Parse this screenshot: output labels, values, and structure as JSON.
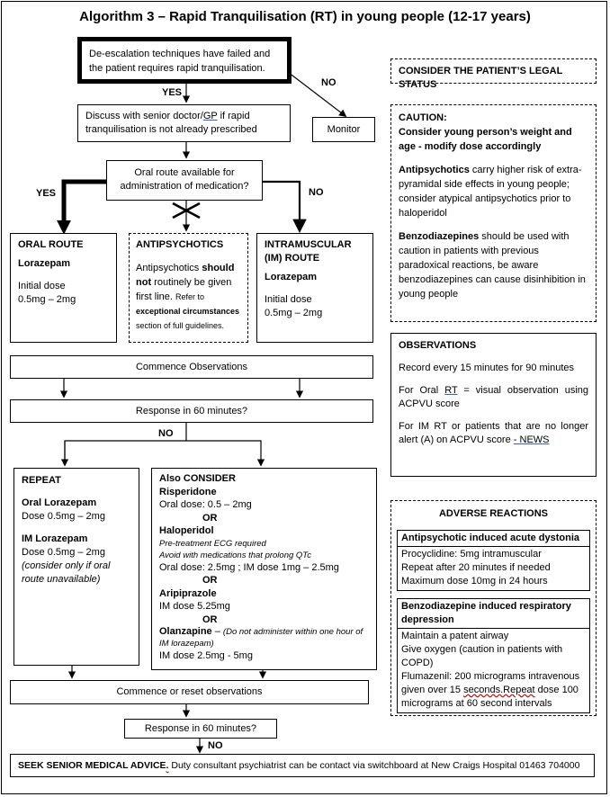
{
  "title": "Algorithm 3 – Rapid Tranquilisation (RT) in young people (12-17 years)",
  "labels": {
    "yes": "YES",
    "no": "NO"
  },
  "deescalation": "De-escalation techniques have failed and the patient requires rapid tranquilisation.",
  "discuss": {
    "before": "Discuss with senior doctor/",
    "gp": "GP",
    "after": " if rapid tranquilisation is not already prescribed"
  },
  "monitor": "Monitor",
  "oral_route_q": "Oral route available for administration of medication?",
  "oral_route": {
    "heading": "ORAL ROUTE",
    "drug": "Lorazepam",
    "dose_label": "Initial dose",
    "dose": "0.5mg – 2mg"
  },
  "antipsychotics": {
    "heading": "ANTIPSYCHOTICS",
    "text_a": "Antipsychotics ",
    "text_should": "should",
    "text_not": "not",
    "text_b": " routinely be given first line. ",
    "refer": "Refer to ",
    "exceptional": "exceptional circumstances",
    "section": " section of full guidelines."
  },
  "im_route": {
    "heading": "INTRAMUSCULAR (IM) ROUTE",
    "drug": "Lorazepam",
    "dose_label": "Initial dose",
    "dose": "0.5mg – 2mg"
  },
  "commence_obs": "Commence Observations",
  "response_1": "Response in 60 minutes?",
  "repeat": {
    "heading": "REPEAT",
    "oral_title": "Oral Lorazepam",
    "oral_dose": "Dose 0.5mg – 2mg",
    "im_title": "IM Lorazepam",
    "im_dose": "Dose 0.5mg – 2mg",
    "im_note": "(consider only if oral route unavailable)"
  },
  "consider": {
    "heading": "Also CONSIDER",
    "risperidone": "Risperidone",
    "risperidone_dose": "Oral dose: 0.5 – 2mg",
    "or": "OR",
    "haloperidol": "Haloperidol",
    "haloperidol_note1": "Pre-treatment ECG required",
    "haloperidol_note2": "Avoid with medications that prolong QTc",
    "haloperidol_dose": "Oral dose: 2.5mg ; IM dose 1mg – 2.5mg",
    "aripiprazole": "Aripiprazole",
    "aripiprazole_dose": "IM dose 5.25mg",
    "olanzapine": "Olanzapine",
    "olanzapine_dash": " – ",
    "olanzapine_note": "(Do not administer within one hour of IM lorazepam)",
    "olanzapine_dose": "IM dose 2.5mg - 5mg"
  },
  "commence_reset": "Commence or reset observations",
  "response_2": "Response in 60 minutes?",
  "seek": {
    "bold": "SEEK SENIOR MEDICAL ADVICE",
    "dot": ".",
    "rest": " Duty consultant psychiatrist can be contact via switchboard at New Craigs Hospital 01463 704000"
  },
  "legal_status": "CONSIDER THE PATIENT’S LEGAL STATUS",
  "caution": {
    "heading": "CAUTION:",
    "sub": "Consider young person’s weight and age - modify dose accordingly",
    "anti_bold": "Antipsychotics",
    "anti_text": " carry higher risk of extra-pyramidal side effects in young people; consider atypical antipsychotics prior to haloperidol",
    "benzo_bold": "Benzodiazepines",
    "benzo_text": " should be used with caution in patients with previous paradoxical reactions, be aware benzodiazepines can cause disinhibition in young people"
  },
  "observations": {
    "heading": "OBSERVATIONS",
    "line1": "Record every 15 minutes for 90 minutes",
    "line2_a": "For Oral ",
    "line2_rt": "RT",
    "line2_b": " = visual observation using ACPVU score",
    "line3_a": "For IM RT or patients that are no longer alert (A) on ACPVU score ",
    "line3_news": "- NEWS"
  },
  "adverse": {
    "heading": "ADVERSE REACTIONS",
    "dystonia_title": "Antipsychotic induced acute dystonia",
    "dystonia_1": "Procyclidine: 5mg intramuscular",
    "dystonia_2": "Repeat after 20 minutes if needed",
    "dystonia_3": "Maximum dose 10mg in 24 hours",
    "resp_title": "Benzodiazepine induced respiratory depression",
    "resp_1": "Maintain a patent airway",
    "resp_2": "Give oxygen (caution in patients with COPD)",
    "resp_3a": "Flumazenil: 200 micrograms intravenous given over 15 ",
    "resp_3b": "seconds.Repeat",
    "resp_3c": " dose 100 micrograms at 60 second intervals"
  }
}
